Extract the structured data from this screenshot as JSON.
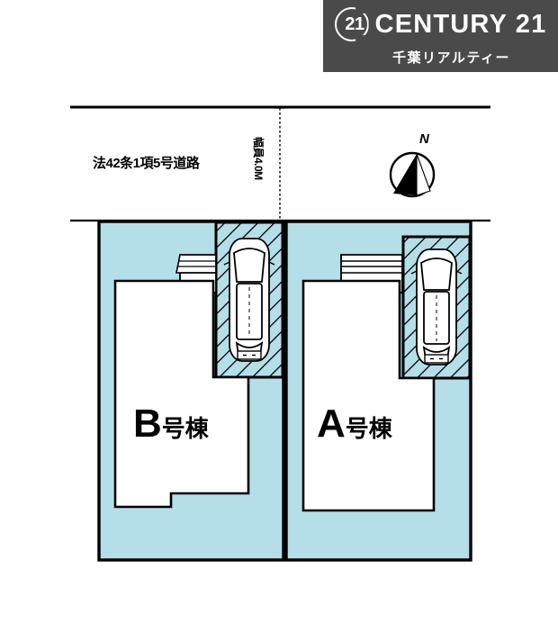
{
  "logo": {
    "mark_number": "21",
    "wordmark": "CENTURY 21",
    "subtitle": "千葉リアルティー",
    "banner_color": "#4a4a4a",
    "text_color": "#ffffff"
  },
  "plan": {
    "road_label": "法42条1項5号道路",
    "road_width_label": "幅員4.0M",
    "compass_label": "N",
    "lots": [
      {
        "id": "B",
        "letter": "B",
        "suffix": "号棟",
        "full_label": "B号棟",
        "side": "left",
        "has_parking": true,
        "has_entry_steps": true
      },
      {
        "id": "A",
        "letter": "A",
        "suffix": "号棟",
        "full_label": "A号棟",
        "side": "right",
        "has_parking": true,
        "has_entry_steps": true
      }
    ],
    "colors": {
      "lot_fill": "#b5dfe8",
      "building_fill": "#ffffff",
      "outline": "#000000",
      "hatch": "#000000",
      "road_fill": "#ffffff",
      "background": "#ffffff"
    },
    "elements": {
      "parking_icon": "car-top-view-icon",
      "compass_icon": "north-compass-icon",
      "steps_icon": "entry-steps-icon"
    }
  }
}
